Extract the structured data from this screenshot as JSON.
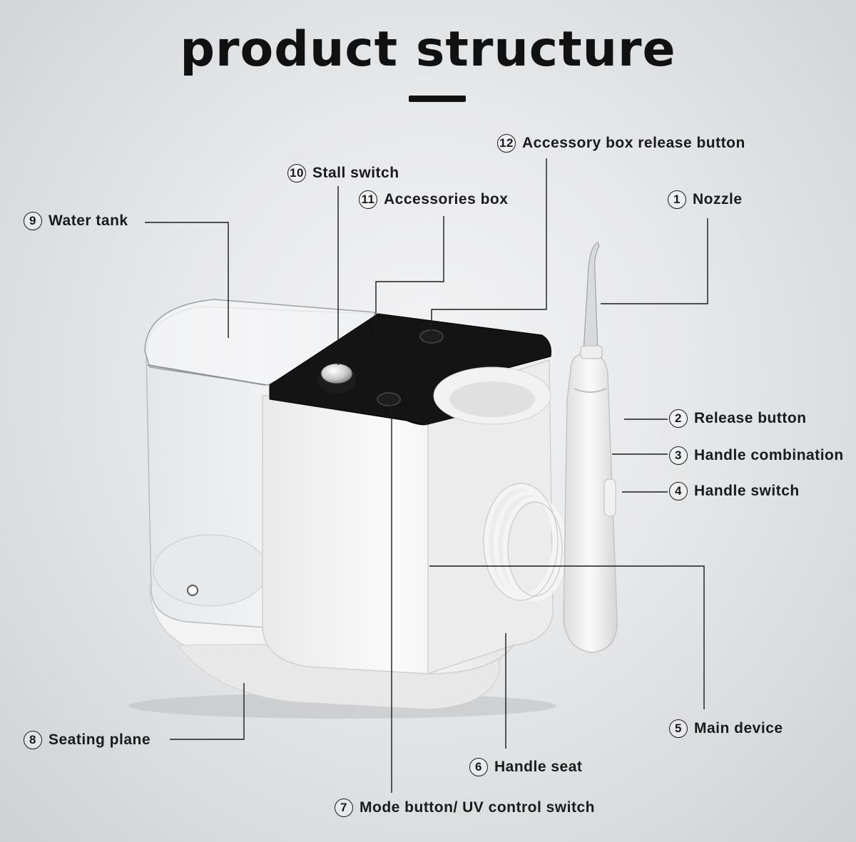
{
  "title": "product structure",
  "callouts": [
    {
      "num": "1",
      "label": "Nozzle"
    },
    {
      "num": "2",
      "label": "Release button"
    },
    {
      "num": "3",
      "label": "Handle combination"
    },
    {
      "num": "4",
      "label": "Handle switch"
    },
    {
      "num": "5",
      "label": "Main device"
    },
    {
      "num": "6",
      "label": "Handle seat"
    },
    {
      "num": "7",
      "label": "Mode button/ UV control switch"
    },
    {
      "num": "8",
      "label": "Seating plane"
    },
    {
      "num": "9",
      "label": "Water tank"
    },
    {
      "num": "10",
      "label": "Stall switch"
    },
    {
      "num": "11",
      "label": "Accessories box"
    },
    {
      "num": "12",
      "label": "Accessory box release button"
    }
  ],
  "colors": {
    "device_body": "#f7f7f7",
    "control_panel": "#111111",
    "leader_line": "#1a1a1a"
  }
}
